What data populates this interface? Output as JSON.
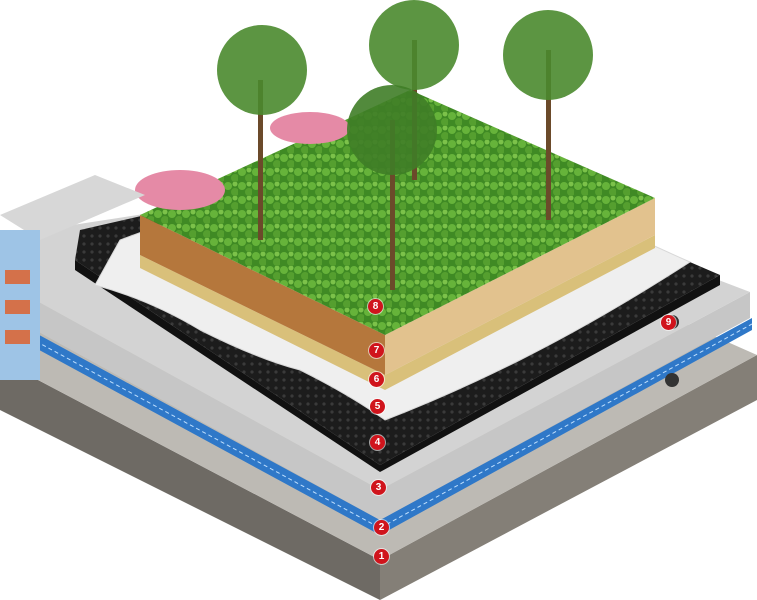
{
  "diagram": {
    "subject": "green-roof-layers",
    "marker_color": "#d0141c",
    "colors": {
      "concrete": "#b9b7b2",
      "waterproofing": "#2f78c8",
      "screed": "#cfcfcf",
      "drainage": "#1c1c1c",
      "filter_fabric": "#eeeeee",
      "substrate": "#c79a52",
      "soil": "#b5773c",
      "vegetation": "#4f9a2c"
    },
    "markers": [
      {
        "id": "1",
        "label": "1"
      },
      {
        "id": "2",
        "label": "2"
      },
      {
        "id": "3",
        "label": "3"
      },
      {
        "id": "4",
        "label": "4"
      },
      {
        "id": "5",
        "label": "5"
      },
      {
        "id": "6",
        "label": "6"
      },
      {
        "id": "7",
        "label": "7"
      },
      {
        "id": "8",
        "label": "8"
      },
      {
        "id": "9",
        "label": "9"
      }
    ]
  }
}
